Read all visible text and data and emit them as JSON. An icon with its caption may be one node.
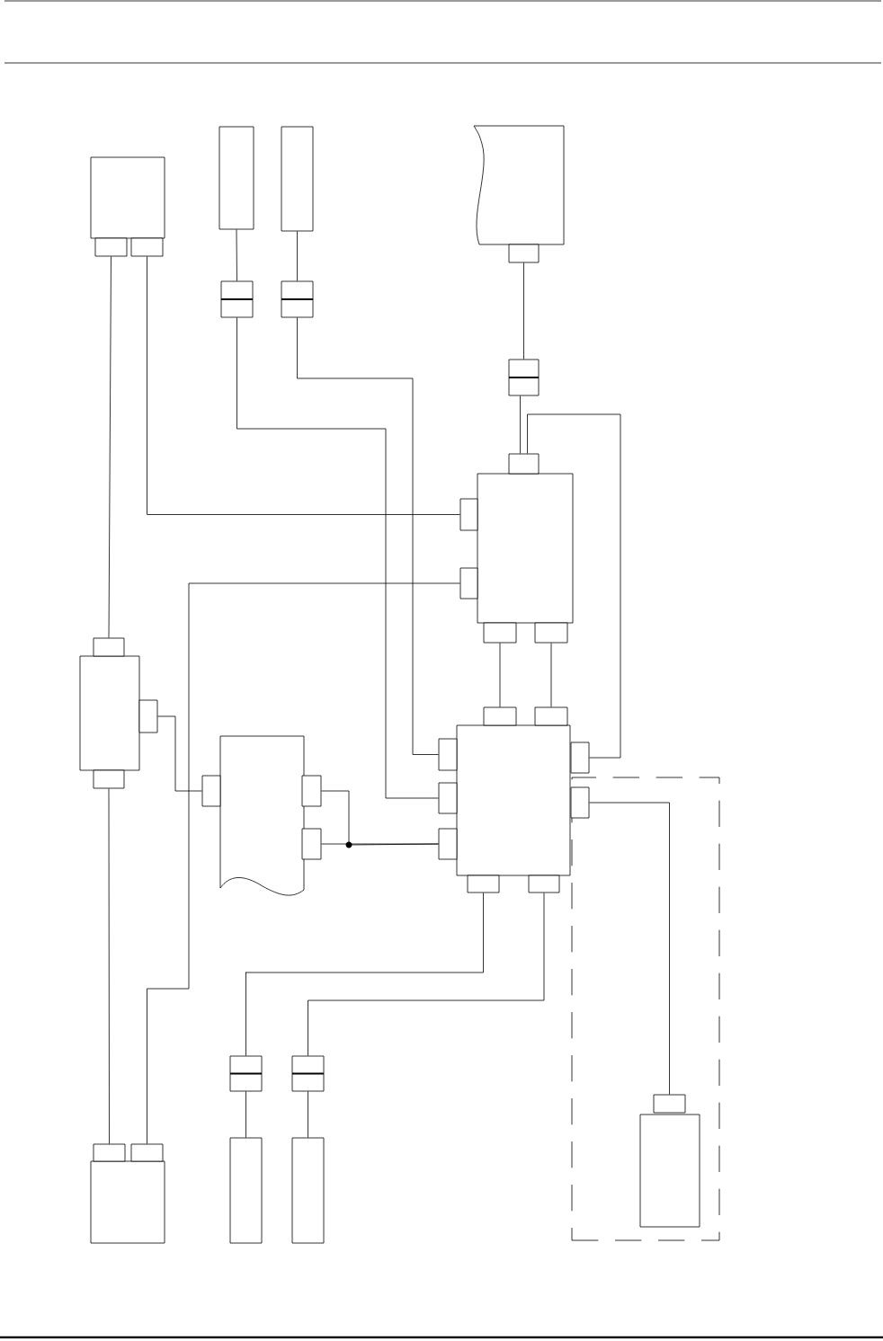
{
  "diagram": {
    "nodes": [
      {
        "text": [],
        "shape": "box"
      },
      {
        "text": [],
        "shape": "box"
      },
      {
        "text": [],
        "shape": "box"
      },
      {
        "text": [],
        "shape": "box"
      },
      {
        "text": [],
        "shape": "box"
      },
      {
        "text": [],
        "shape": "box"
      },
      {
        "text": [],
        "shape": "box"
      },
      {
        "text": [],
        "shape": "box"
      },
      {
        "text": [],
        "shape": "box"
      },
      {
        "text": [],
        "shape": "box"
      },
      {
        "text": [],
        "shape": "box"
      },
      {
        "text": [],
        "shape": "box"
      },
      {
        "text": [],
        "shape": "box"
      },
      {
        "text": [],
        "shape": "box"
      },
      {
        "text": [],
        "shape": "box"
      },
      {
        "text": [],
        "shape": "box"
      },
      {
        "text": [],
        "shape": "box"
      },
      {
        "text": [],
        "shape": "box"
      },
      {
        "text": [],
        "shape": "box"
      },
      {
        "text": [],
        "shape": "box"
      },
      {
        "text": [],
        "shape": "box"
      },
      {
        "text": [],
        "shape": "box"
      },
      {
        "text": [],
        "shape": "box"
      },
      {
        "text": [],
        "shape": "box"
      },
      {
        "text": [],
        "shape": "box"
      },
      {
        "text": [],
        "shape": "box"
      },
      {
        "text": [],
        "shape": "box"
      },
      {
        "text": [],
        "shape": "box"
      },
      {
        "text": [],
        "shape": "box"
      },
      {
        "text": [],
        "shape": "box"
      },
      {
        "text": [],
        "shape": "box"
      },
      {
        "text": [],
        "shape": "box",
        "in": 41
      },
      {
        "text": [],
        "shape": "box"
      },
      {
        "text": [],
        "shape": "box"
      },
      {
        "text": [],
        "shape": "box"
      },
      {
        "text": [],
        "shape": "box"
      },
      {
        "text": [],
        "shape": "box"
      },
      {
        "text": [],
        "shape": "box"
      },
      {
        "text": [],
        "shape": "box"
      },
      {
        "text": [],
        "shape": "box"
      },
      {
        "text": [],
        "shape": "box"
      },
      {
        "text": [],
        "shape": "box"
      },
      {
        "text": [],
        "shape": "box",
        "in": 41
      },
      {
        "text": [],
        "shape": "box",
        "in": 41
      }
    ],
    "edges": [
      {
        "from": 1,
        "to": 17,
        "arrow": "none"
      },
      {
        "from": 2,
        "to": 12,
        "arrow": "none"
      },
      {
        "from": 3,
        "to": 5,
        "arrow": "none"
      },
      {
        "from": 4,
        "to": 6,
        "arrow": "none"
      },
      {
        "from": 5,
        "to": 28,
        "arrow": "none"
      },
      {
        "from": 6,
        "to": 27,
        "arrow": "none"
      },
      {
        "from": 8,
        "to": 9,
        "arrow": "none"
      },
      {
        "from": 9,
        "to": 11,
        "arrow": "none"
      },
      {
        "from": 11,
        "to": 30,
        "arrow": "none"
      },
      {
        "from": 13,
        "to": 36,
        "arrow": "none"
      },
      {
        "from": 14,
        "to": 25,
        "arrow": "none"
      },
      {
        "from": 15,
        "to": 26,
        "arrow": "none"
      },
      {
        "from": 19,
        "to": 35,
        "arrow": "none"
      },
      {
        "from": 18,
        "to": 21,
        "arrow": "none"
      },
      {
        "from": 22,
        "to": 29,
        "arrow": "none"
      },
      {
        "from": 23,
        "to": 29,
        "arrow": "none"
      },
      {
        "from": 32,
        "to": 37,
        "arrow": "none"
      },
      {
        "from": 33,
        "to": 38,
        "arrow": "none"
      },
      {
        "from": 37,
        "to": 39,
        "arrow": "none"
      },
      {
        "from": 38,
        "to": 40,
        "arrow": "none"
      },
      {
        "from": 31,
        "to": 42,
        "arrow": "none"
      }
    ]
  }
}
